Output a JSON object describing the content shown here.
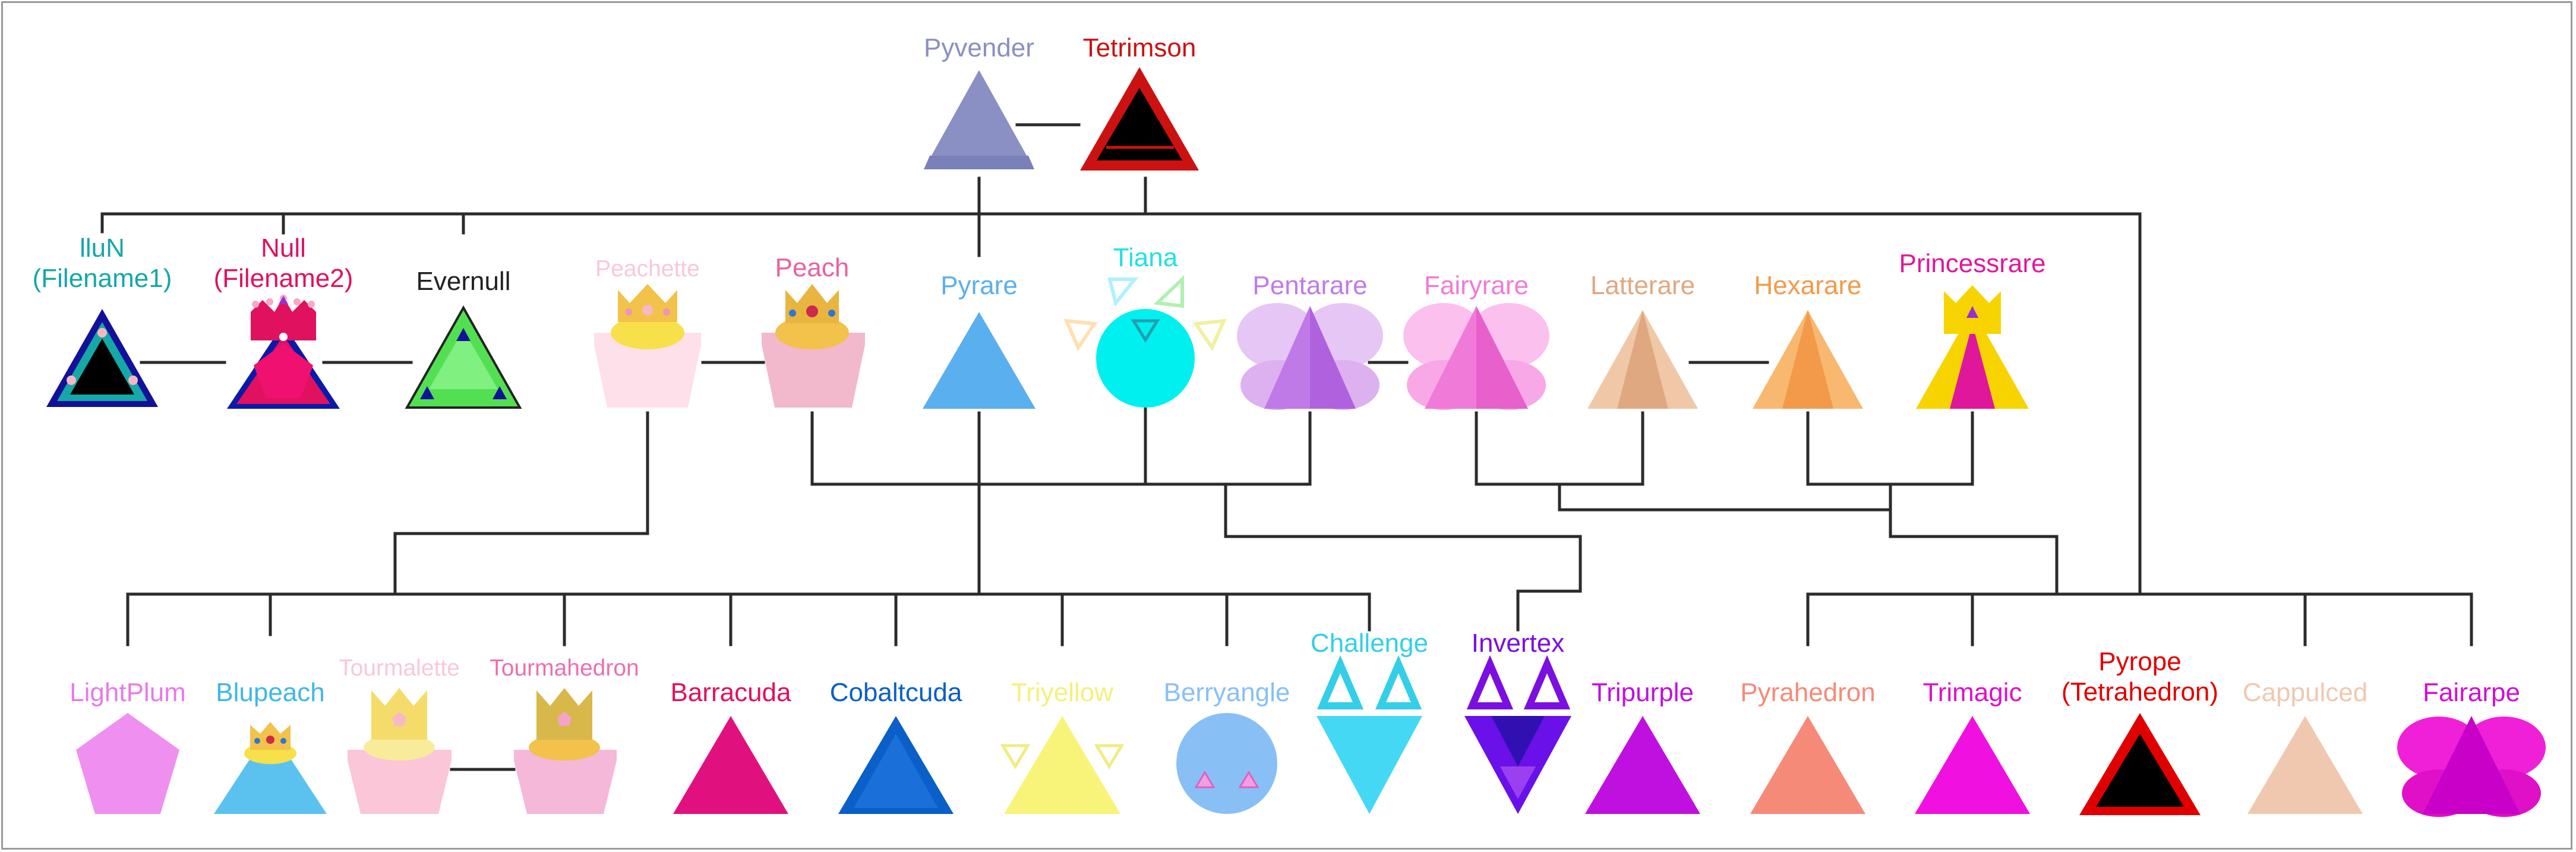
{
  "chart_data": {
    "type": "diagram",
    "title": "",
    "nodes": [
      {
        "id": "pyvender",
        "lines": [
          "Pyvender"
        ],
        "color": "#8a8fc4"
      },
      {
        "id": "tetrimson",
        "lines": [
          "Tetrimson"
        ],
        "color": "#cc1111"
      },
      {
        "id": "llun",
        "lines": [
          "lluN",
          "(Filename1)"
        ],
        "color": "#16a7a7"
      },
      {
        "id": "null",
        "lines": [
          "Null",
          "(Filename2)"
        ],
        "color": "#e0115f"
      },
      {
        "id": "evernull",
        "lines": [
          "Evernull"
        ],
        "color": "#222222"
      },
      {
        "id": "peachette",
        "lines": [
          "Peachette"
        ],
        "color": "#f9c8d8"
      },
      {
        "id": "peach",
        "lines": [
          "Peach"
        ],
        "color": "#e9629f"
      },
      {
        "id": "pyrare",
        "lines": [
          "Pyrare"
        ],
        "color": "#5aafef"
      },
      {
        "id": "tiana",
        "lines": [
          "Tiana"
        ],
        "color": "#24e0e0"
      },
      {
        "id": "pentarare",
        "lines": [
          "Pentarare"
        ],
        "color": "#c07ae8"
      },
      {
        "id": "fairyrare",
        "lines": [
          "Fairyrare"
        ],
        "color": "#f07ad8"
      },
      {
        "id": "latterare",
        "lines": [
          "Latterare"
        ],
        "color": "#e0a880"
      },
      {
        "id": "hexarare",
        "lines": [
          "Hexarare"
        ],
        "color": "#f39a4a"
      },
      {
        "id": "princessrare",
        "lines": [
          "Princessrare"
        ],
        "color": "#e0179b"
      },
      {
        "id": "lightplum",
        "lines": [
          "LightPlum"
        ],
        "color": "#e77ae6"
      },
      {
        "id": "blupeach",
        "lines": [
          "Blupeach"
        ],
        "color": "#3fb7e8"
      },
      {
        "id": "tourmalette",
        "lines": [
          "Tourmalette"
        ],
        "color": "#f9c8d8"
      },
      {
        "id": "tourmahedron",
        "lines": [
          "Tourmahedron"
        ],
        "color": "#ec6fb0"
      },
      {
        "id": "barracuda",
        "lines": [
          "Barracuda"
        ],
        "color": "#e0115f"
      },
      {
        "id": "cobaltcuda",
        "lines": [
          "Cobaltcuda"
        ],
        "color": "#0a5fc8"
      },
      {
        "id": "triyellow",
        "lines": [
          "Triyellow"
        ],
        "color": "#f5f07a"
      },
      {
        "id": "berryangle",
        "lines": [
          "Berryangle"
        ],
        "color": "#88c0f5"
      },
      {
        "id": "challenge",
        "lines": [
          "Challenge"
        ],
        "color": "#33cfe8"
      },
      {
        "id": "invertex",
        "lines": [
          "Invertex"
        ],
        "color": "#7a0fe0"
      },
      {
        "id": "tripurple",
        "lines": [
          "Tripurple"
        ],
        "color": "#c010e0"
      },
      {
        "id": "pyrahedron",
        "lines": [
          "Pyrahedron"
        ],
        "color": "#f58a78"
      },
      {
        "id": "trimagic",
        "lines": [
          "Trimagic"
        ],
        "color": "#e010c8"
      },
      {
        "id": "pyrope",
        "lines": [
          "Pyrope",
          "(Tetrahedron)"
        ],
        "color": "#e00000"
      },
      {
        "id": "cappulced",
        "lines": [
          "Cappulced"
        ],
        "color": "#f0c8b0"
      },
      {
        "id": "fairarpe",
        "lines": [
          "Fairarpe"
        ],
        "color": "#d010d0"
      }
    ]
  }
}
